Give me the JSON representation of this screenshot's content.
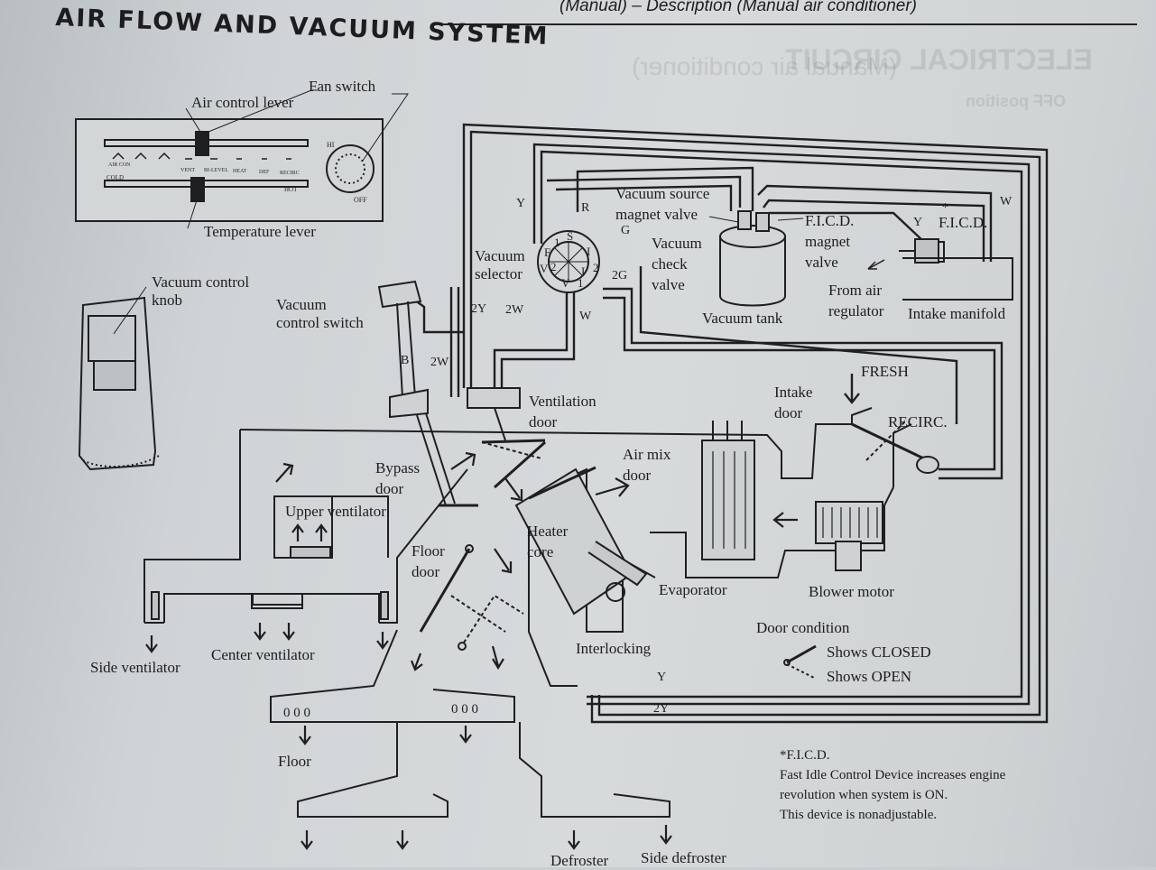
{
  "header": {
    "section": "(Manual) – Description (Manual air conditioner)",
    "title": "AIR FLOW AND VACUUM SYSTEM"
  },
  "ghost_text": {
    "electrical_circuit": "ELECTRICAL CIRCUIT",
    "manual_ac": "(Manual air conditioner)",
    "off_position": "OFF position"
  },
  "labels": {
    "fan_switch": "Fan switch",
    "air_control_lever": "Air control lever",
    "temperature_lever": "Temperature lever",
    "vacuum_control_knob": "Vacuum control\nknob",
    "vacuum_control_switch": "Vacuum\ncontrol switch",
    "vacuum_selector": "Vacuum\nselector",
    "vacuum_source_magnet_valve": "Vacuum source\nmagnet valve",
    "vacuum_check_valve": "Vacuum\ncheck\nvalve",
    "vacuum_tank": "Vacuum tank",
    "ficd_magnet_valve": "F.I.C.D.\nmagnet\nvalve",
    "ficd": "F.I.C.D.",
    "ficd_star": "*",
    "from_air_regulator": "From air\nregulator",
    "intake_manifold": "Intake manifold",
    "ventilation_door": "Ventilation\ndoor",
    "intake_door": "Intake\ndoor",
    "fresh": "FRESH",
    "recirc": "RECIRC.",
    "bypass_door": "Bypass\ndoor",
    "air_mix_door": "Air mix\ndoor",
    "upper_ventilator": "Upper ventilator",
    "heater_core": "Heater\ncore",
    "floor_door": "Floor\ndoor",
    "evaporator": "Evaporator",
    "blower_motor": "Blower motor",
    "door_condition": "Door condition",
    "shows_closed": "Shows CLOSED",
    "shows_open": "Shows OPEN",
    "interlocking": "Interlocking",
    "side_ventilator": "Side ventilator",
    "center_ventilator": "Center ventilator",
    "floor": "Floor",
    "defroster": "Defroster",
    "side_defroster": "Side defroster"
  },
  "hose_colors": {
    "y_top": "Y",
    "r": "R",
    "g": "G",
    "y_ficd": "Y",
    "w_right": "W",
    "two_y": "2Y",
    "two_w": "2W",
    "w_bottom": "W",
    "two_g": "2G",
    "b": "B",
    "two_w_switch": "2W",
    "y_bottom": "Y",
    "two_y_bottom": "2Y"
  },
  "selector_ports": [
    "F",
    "S",
    "I",
    "V",
    "I",
    "V",
    "2",
    "1",
    "2",
    "1"
  ],
  "control_panel": {
    "hi": "HI",
    "off": "OFF",
    "cold": "COLD",
    "hot": "HOT",
    "modes": [
      "AIR CON",
      "VENT",
      "BI-LEVEL",
      "HEAT",
      "DEF",
      "RECIRC"
    ]
  },
  "outlet_marks": {
    "floor_left": "0 0 0",
    "floor_right": "0 0 0"
  },
  "footnote": {
    "title": "*F.I.C.D.",
    "line1": "Fast Idle Control Device increases engine",
    "line2": "revolution when system is ON.",
    "line3": "This device is nonadjustable."
  }
}
